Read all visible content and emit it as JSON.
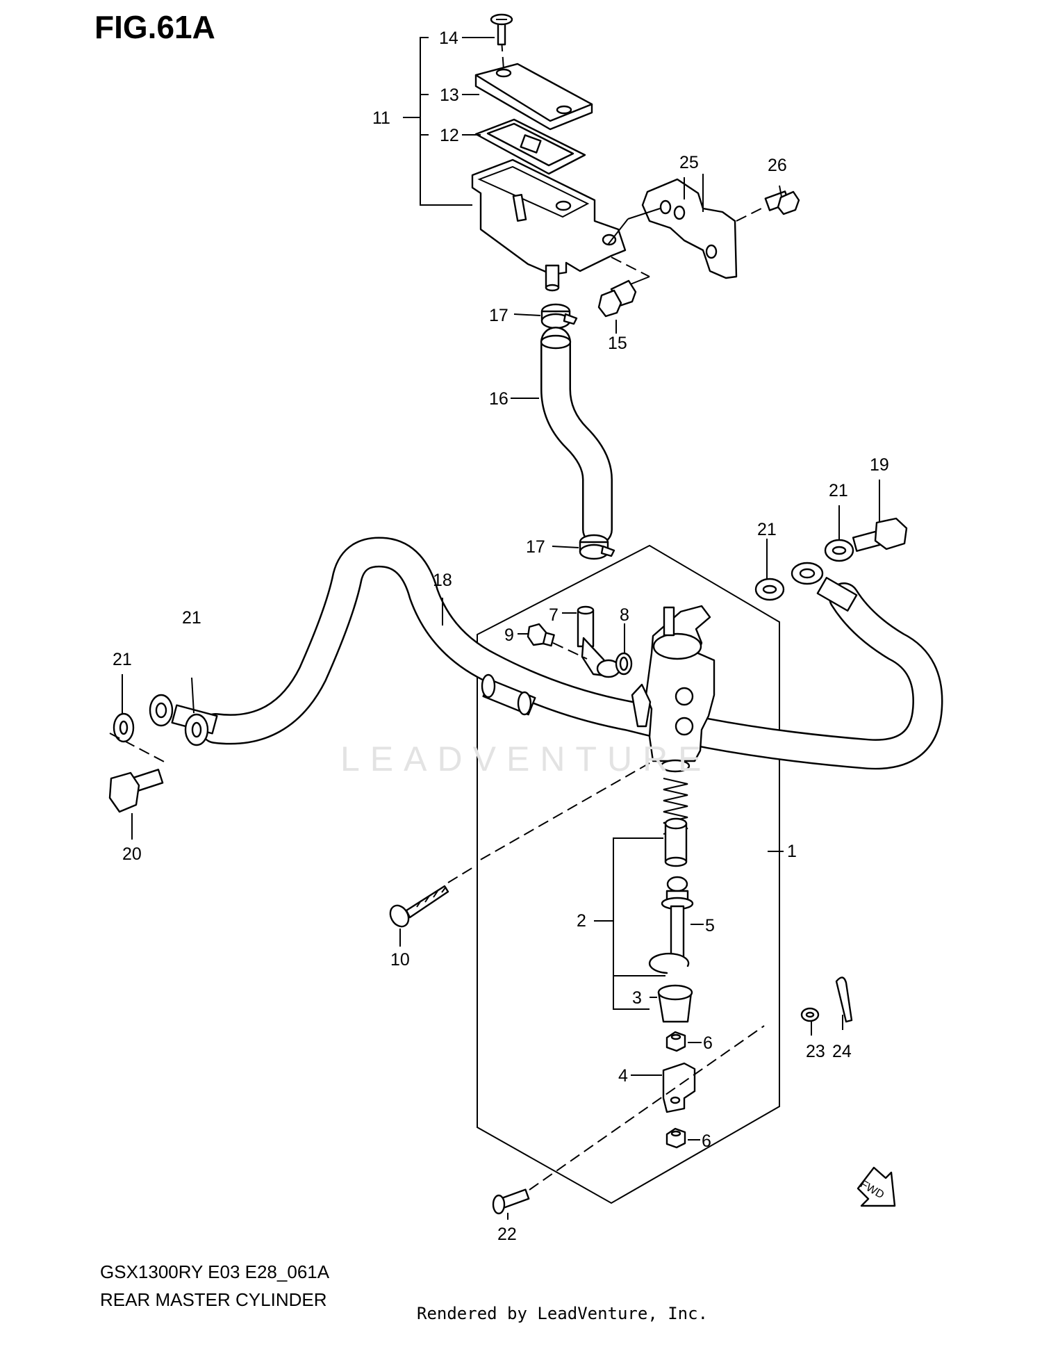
{
  "figure": {
    "title": "FIG.61A",
    "model_code": "GSX1300RY E03 E28_061A",
    "subtitle": "REAR MASTER CYLINDER",
    "credit": "Rendered by LeadVenture, Inc.",
    "watermark": "LEADVENTURE"
  },
  "fwd_label": "FWD",
  "callouts": {
    "p1": "1",
    "p2": "2",
    "p3": "3",
    "p4": "4",
    "p5": "5",
    "p6a": "6",
    "p6b": "6",
    "p7": "7",
    "p8": "8",
    "p9": "9",
    "p10": "10",
    "p11": "11",
    "p12": "12",
    "p13": "13",
    "p14": "14",
    "p15": "15",
    "p16": "16",
    "p17a": "17",
    "p17b": "17",
    "p18": "18",
    "p19": "19",
    "p20": "20",
    "p21a": "21",
    "p21b": "21",
    "p21c": "21",
    "p21d": "21",
    "p22": "22",
    "p23": "23",
    "p24": "24",
    "p25": "25",
    "p26": "26"
  }
}
